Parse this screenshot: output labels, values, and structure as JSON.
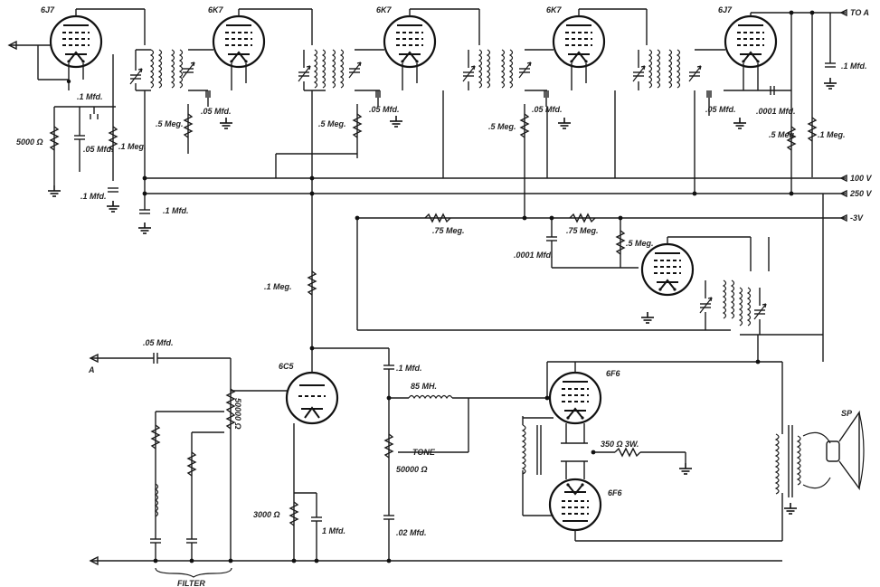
{
  "tubes": [
    "6J7",
    "6K7",
    "6K7",
    "6K7",
    "6J7",
    "6C5",
    "6F6",
    "6F6"
  ],
  "outputs": {
    "to_a": "TO A",
    "a": "A",
    "sp": "SP"
  },
  "supply_rails": [
    "100 V",
    "250 V",
    "-3V"
  ],
  "components": {
    "mfd_1_top": ".1 Mfd.",
    "r5000": "5000 Ω",
    "c05_left": ".05 Mfd.",
    "r1meg_left": ".1 Meg.",
    "c1_left": ".1 Mfd.",
    "c1_bus": ".1 Mfd.",
    "r5meg_2": ".5 Meg.",
    "c05_2": ".05 Mfd.",
    "r5meg_3": ".5 Meg.",
    "c05_3": ".05 Mfd.",
    "r5meg_4": ".5 Meg.",
    "c05_4": ".05 Mfd.",
    "c05_5": ".05 Mfd.",
    "c0001_5": ".0001 Mfd.",
    "r5meg_5": ".5 Meg.",
    "r1meg_5": ".1 Meg.",
    "c1_right": ".1 Mfd.",
    "r75meg_a": ".75 Meg.",
    "r75meg_b": ".75 Meg.",
    "r5meg_osc": ".5 Meg.",
    "c0001_osc": ".0001 Mfd.",
    "r1meg_6c5": ".1 Meg.",
    "c05_out": ".05 Mfd.",
    "r50000_pot": "50000 Ω",
    "filter": "FILTER",
    "r3000": "3000 Ω",
    "c1mfd": "1 Mfd.",
    "c1mfd_b": ".1 Mfd.",
    "l85mh": "85 MH.",
    "tone": "TONE",
    "r50000_tone": "50000 Ω",
    "c02": ".02 Mfd.",
    "r350": "350 Ω  3W."
  }
}
